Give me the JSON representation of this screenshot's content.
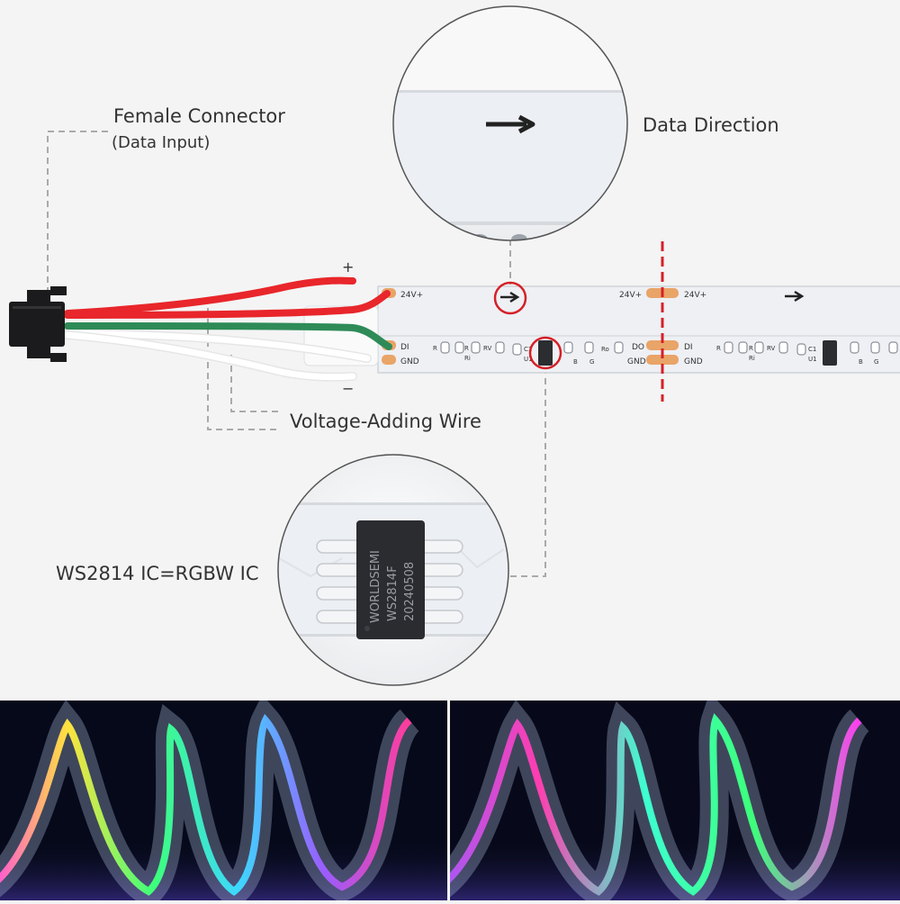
{
  "labels": {
    "female_connector": "Female Connector",
    "data_input": "(Data Input)",
    "data_direction": "Data Direction",
    "voltage_wire": "Voltage-Adding Wire",
    "ic_type": "WS2814 IC=RGBW IC"
  },
  "wire_signs": {
    "plus": "+",
    "minus": "−"
  },
  "strip": {
    "pad_24v": "24V+",
    "pad_di": "DI",
    "pad_do": "DO",
    "pad_gnd": "GND",
    "comp_r": "R",
    "comp_ri": "Ri",
    "comp_rv": "RV",
    "comp_c1": "C1",
    "comp_u1": "U1",
    "comp_ro": "Ro",
    "comp_b": "B",
    "comp_g": "G"
  },
  "chip": {
    "brand": "WORLDSEMI",
    "model": "WS2814F",
    "date_code": "20240508"
  },
  "colors": {
    "wire_red": "#e8262b",
    "wire_green": "#2e8b57",
    "wire_white": "#ffffff",
    "cut_line": "#d62027",
    "copper_pad": "#e9a468",
    "highlight_ring": "#d62027"
  }
}
